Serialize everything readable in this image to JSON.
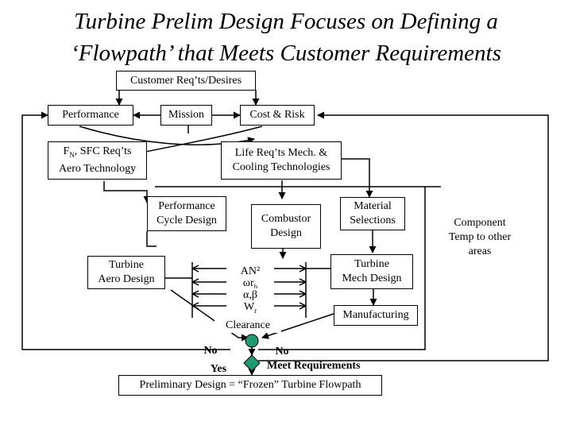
{
  "title": {
    "line1": "Turbine Prelim Design Focuses on Defining a",
    "line2": "‘Flowpath’ that Meets Customer Requirements"
  },
  "boxes": {
    "customer": "Customer Req’ts/Desires",
    "performance": "Performance",
    "mission": "Mission",
    "cost_risk": "Cost & Risk",
    "fn_sfc_line1": "F",
    "fn_sfc_sub": "N",
    "fn_sfc_rest": ", SFC Req’ts",
    "fn_sfc_line2": "Aero Technology",
    "life_line1": "Life Req’ts Mech. &",
    "life_line2": "Cooling Technologies",
    "cycle_line1": "Performance",
    "cycle_line2": "Cycle Design",
    "combustor_line1": "Combustor",
    "combustor_line2": "Design",
    "material_line1": "Material",
    "material_line2": "Selections",
    "aero_line1": "Turbine",
    "aero_line2": "Aero Design",
    "mech_line1": "Turbine",
    "mech_line2": "Mech Design",
    "manufacturing": "Manufacturing",
    "final": "Preliminary Design = “Frozen” Turbine Flowpath"
  },
  "params": {
    "an2": "AN²",
    "omega_r": "ωr",
    "omega_sub": "h",
    "alpha_beta": "α,β",
    "wr": "W",
    "wr_sub": "r",
    "clearance": "Clearance"
  },
  "component_temp": {
    "line1": "Component",
    "line2": "Temp to other",
    "line3": "areas"
  },
  "decisions": {
    "no_left": "No",
    "no_right": "No",
    "meet": "Meet Requirements",
    "yes": "Yes"
  },
  "colors": {
    "decision_fill": "#1f9a72"
  }
}
